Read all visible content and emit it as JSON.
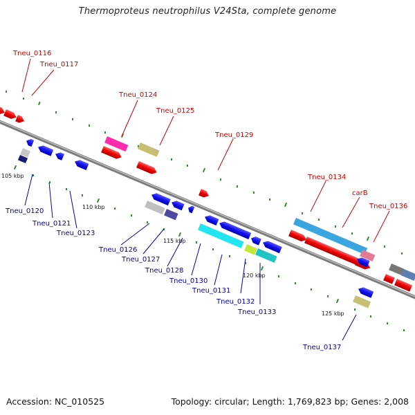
{
  "title": "Thermoproteus neutrophilus V24Sta, complete genome",
  "footer": {
    "accession": "Accession: NC_010525",
    "info": "Topology: circular; Length: 1,769,823 bp; Genes: 2,008"
  },
  "colors": {
    "forward_label": "#cc0000",
    "reverse_label": "#0000aa",
    "backbone": "#888888",
    "tick": "#2e8b2e"
  },
  "scale_labels": [
    "105 kbp",
    "110 kbp",
    "115 kbp",
    "120 kbp",
    "125 kbp"
  ],
  "forward_labels": [
    "Tneu_0116",
    "Tneu_0117",
    "Tneu_0124",
    "Tneu_0125",
    "Tneu_0129",
    "Tneu_0134",
    "carB",
    "Tneu_0136"
  ],
  "reverse_labels": [
    "Tneu_0120",
    "Tneu_0121",
    "Tneu_0123",
    "Tneu_0126",
    "Tneu_0127",
    "Tneu_0128",
    "Tneu_0130",
    "Tneu_0131",
    "Tneu_0132",
    "Tneu_0133",
    "Tneu_0137"
  ]
}
